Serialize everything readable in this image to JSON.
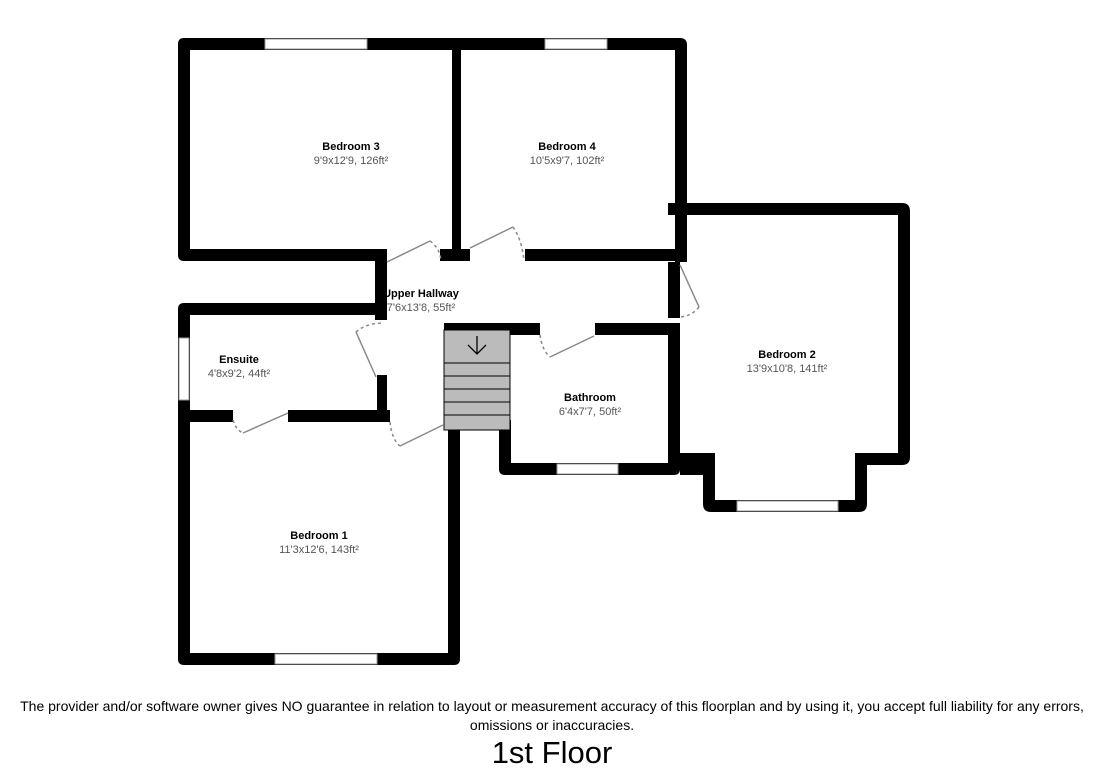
{
  "rooms": {
    "bedroom3": {
      "name": "Bedroom 3",
      "dims": "9'9x12'9, 126ft²"
    },
    "bedroom4": {
      "name": "Bedroom 4",
      "dims": "10'5x9'7, 102ft²"
    },
    "hallway": {
      "name": "Upper Hallway",
      "dims": "7'6x13'8, 55ft²"
    },
    "ensuite": {
      "name": "Ensuite",
      "dims": "4'8x9'2, 44ft²"
    },
    "bathroom": {
      "name": "Bathroom",
      "dims": "6'4x7'7, 50ft²"
    },
    "bedroom2": {
      "name": "Bedroom 2",
      "dims": "13'9x10'8, 141ft²"
    },
    "bedroom1": {
      "name": "Bedroom 1",
      "dims": "11'3x12'6, 143ft²"
    }
  },
  "stairs_icon": "arrow-down-icon",
  "colors": {
    "wall": "#000000",
    "stairs": "#bbbbbb",
    "door": "#888888"
  },
  "disclaimer": "The provider and/or software owner gives NO guarantee in relation to layout or measurement accuracy of this floorplan and by using it, you accept full liability for any errors, omissions or inaccuracies.",
  "floor_label": "1st Floor"
}
